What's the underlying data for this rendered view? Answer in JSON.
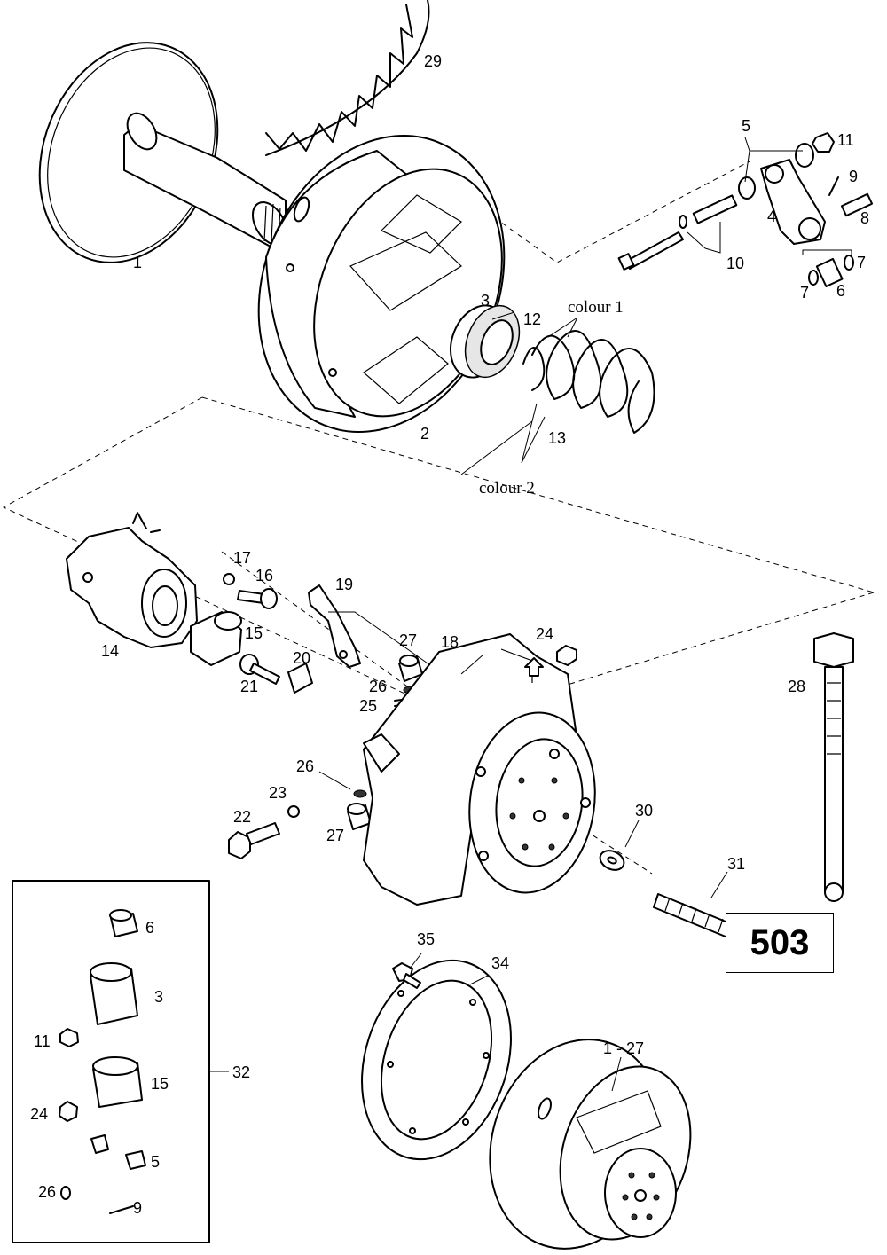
{
  "figure": {
    "reference_number": "503",
    "notes": {
      "colour_1": "colour 1",
      "colour_2": "colour 2"
    },
    "callouts": [
      "1",
      "2",
      "3",
      "4",
      "5",
      "6",
      "7",
      "7",
      "8",
      "9",
      "10",
      "11",
      "12",
      "13",
      "14",
      "15",
      "16",
      "17",
      "18",
      "19",
      "20",
      "21",
      "22",
      "23",
      "24",
      "25",
      "26",
      "26",
      "27",
      "27",
      "28",
      "29",
      "30",
      "31",
      "35",
      "34",
      "1 - 27"
    ],
    "kit": {
      "number": "32",
      "items": [
        "6",
        "3",
        "11",
        "15",
        "24",
        "5",
        "26",
        "9"
      ]
    }
  }
}
